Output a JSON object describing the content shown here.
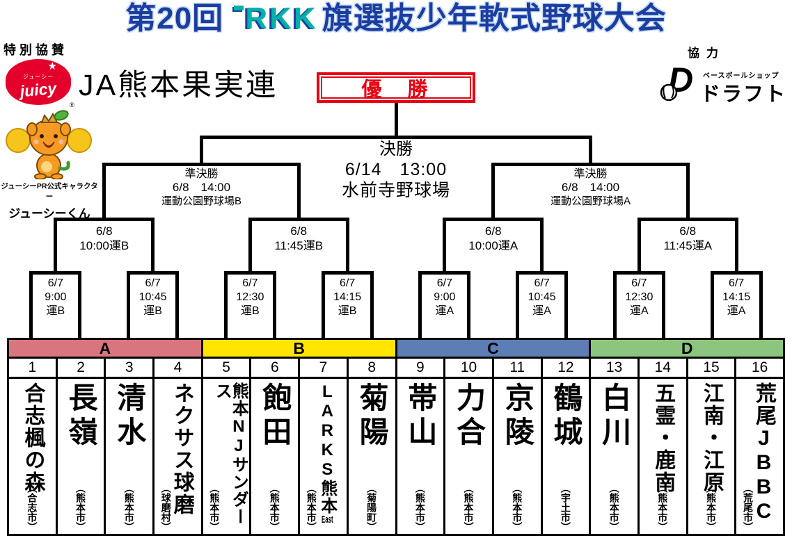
{
  "title": {
    "prefix": "第20回",
    "logo": "RKK",
    "suffix": "旗選抜少年軟式野球大会"
  },
  "sponsor": {
    "label": "特別協賛",
    "logo_script": "juicy",
    "logo_kana": "ジューシー",
    "logo_star": "★",
    "reg_mark": "®",
    "org": "JA熊本果実連",
    "mascot_caption": "ジューシーPR公式キャラクター",
    "mascot_name": "ジューシーくん"
  },
  "cooperation": {
    "label": "協力",
    "logo_letter": "D",
    "shop_type": "ベースボールショップ",
    "shop_name": "ドラフト"
  },
  "bracket": {
    "champion": "優　勝",
    "final": {
      "round": "決勝",
      "datetime": "6/14　13:00",
      "venue": "水前寺野球場"
    },
    "semifinals": [
      {
        "round": "準決勝",
        "datetime": "6/8　14:00",
        "venue": "運動公園野球場B"
      },
      {
        "round": "準決勝",
        "datetime": "6/8　14:00",
        "venue": "運動公園野球場A"
      }
    ],
    "quarterfinals": [
      {
        "date": "6/8",
        "time_venue": "10:00運B"
      },
      {
        "date": "6/8",
        "time_venue": "11:45運B"
      },
      {
        "date": "6/8",
        "time_venue": "10:00運A"
      },
      {
        "date": "6/8",
        "time_venue": "11:45運A"
      }
    ],
    "first_round": [
      {
        "date": "6/7",
        "time": "9:00",
        "venue": "運B"
      },
      {
        "date": "6/7",
        "time": "10:45",
        "venue": "運B"
      },
      {
        "date": "6/7",
        "time": "12:30",
        "venue": "運B"
      },
      {
        "date": "6/7",
        "time": "14:15",
        "venue": "運B"
      },
      {
        "date": "6/7",
        "time": "9:00",
        "venue": "運A"
      },
      {
        "date": "6/7",
        "time": "10:45",
        "venue": "運A"
      },
      {
        "date": "6/7",
        "time": "12:30",
        "venue": "運A"
      },
      {
        "date": "6/7",
        "time": "14:15",
        "venue": "運A"
      }
    ]
  },
  "groups": [
    {
      "label": "A",
      "color": "#d9757f"
    },
    {
      "label": "B",
      "color": "#ffe500"
    },
    {
      "label": "C",
      "color": "#5c7eb5"
    },
    {
      "label": "D",
      "color": "#8cc57d"
    }
  ],
  "teams": [
    {
      "no": "1",
      "name": "合志楓の森",
      "city": "（合志市）"
    },
    {
      "no": "2",
      "name": "長嶺",
      "city": "（熊本市）"
    },
    {
      "no": "3",
      "name": "清水",
      "city": "（熊本市）"
    },
    {
      "no": "4",
      "name": "ネクサス球磨",
      "city": "（球磨村）"
    },
    {
      "no": "5",
      "name": "熊本NJサンダース",
      "city": "（熊本市）"
    },
    {
      "no": "6",
      "name": "飽田",
      "city": "（熊本市）"
    },
    {
      "no": "7",
      "name": "LARKS熊本",
      "name_h": "East",
      "city": "（熊本市）"
    },
    {
      "no": "8",
      "name": "菊陽",
      "city": "（菊陽町）"
    },
    {
      "no": "9",
      "name": "帯山",
      "city": "（熊本市）"
    },
    {
      "no": "10",
      "name": "力合",
      "city": "（熊本市）"
    },
    {
      "no": "11",
      "name": "京陵",
      "city": "（熊本市）"
    },
    {
      "no": "12",
      "name": "鶴城",
      "city": "（宇土市）"
    },
    {
      "no": "13",
      "name": "白川",
      "city": "（熊本市）"
    },
    {
      "no": "14",
      "name": "五霊・鹿南",
      "city": "（熊本市）"
    },
    {
      "no": "15",
      "name": "江南・江原",
      "city": "（熊本市）"
    },
    {
      "no": "16",
      "name": "荒尾JBBC",
      "city": "（荒尾市）"
    }
  ],
  "colors": {
    "title_blue": "#1c3da0",
    "logo_teal": "#00b1a7",
    "accent_red": "#e60012",
    "line_black": "#000000"
  }
}
